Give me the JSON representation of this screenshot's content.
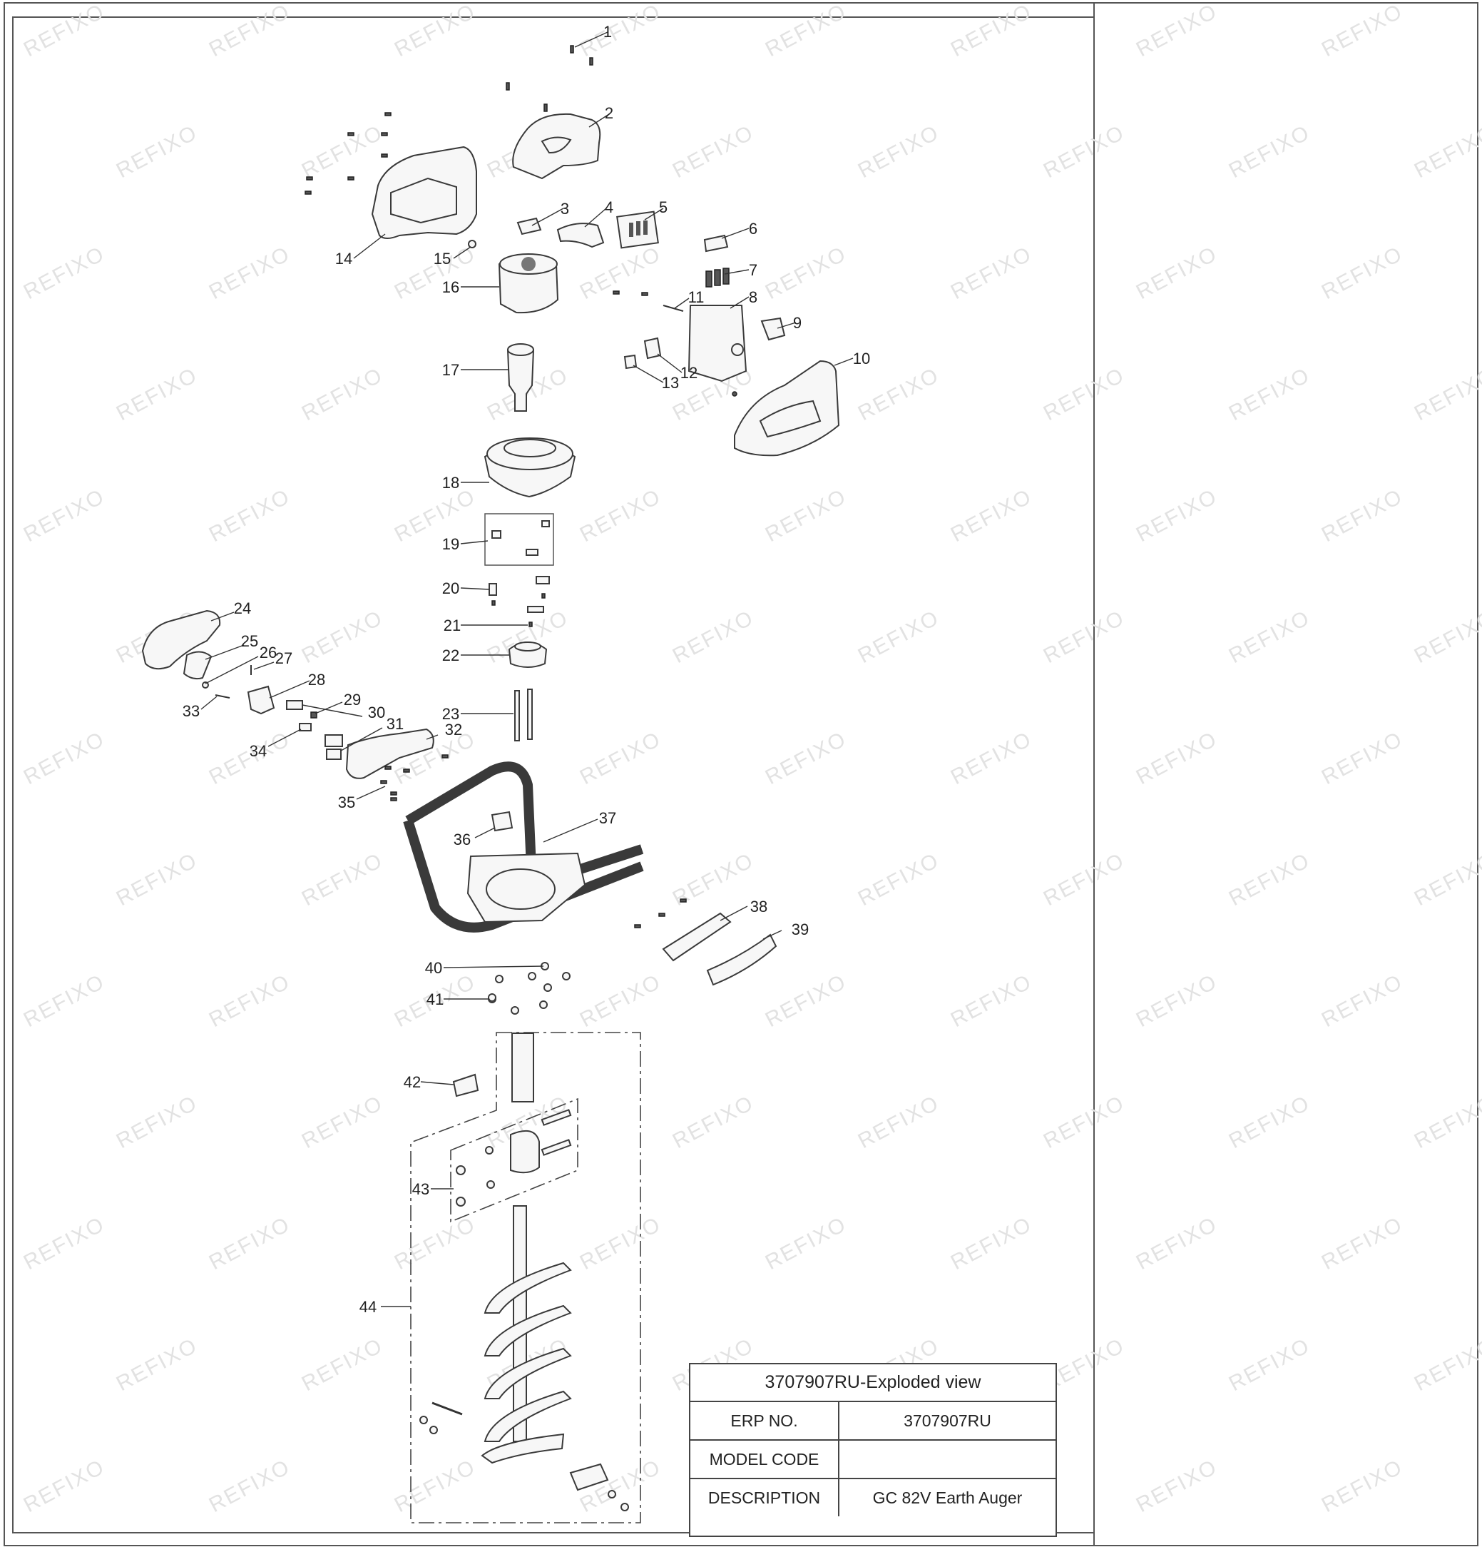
{
  "watermark": "REFIXO",
  "callouts": [
    "1",
    "2",
    "3",
    "4",
    "5",
    "6",
    "7",
    "8",
    "9",
    "10",
    "11",
    "12",
    "13",
    "14",
    "15",
    "16",
    "17",
    "18",
    "19",
    "20",
    "21",
    "22",
    "23",
    "24",
    "25",
    "26",
    "27",
    "28",
    "29",
    "30",
    "31",
    "32",
    "33",
    "34",
    "35",
    "36",
    "37",
    "38",
    "39",
    "40",
    "41",
    "42",
    "43",
    "44"
  ],
  "title_block": {
    "title": "3707907RU-Exploded view",
    "erp_label": "ERP NO.",
    "erp_value": "3707907RU",
    "model_label": "MODEL CODE",
    "model_value": "",
    "description_label": "DESCRIPTION",
    "description_value": "GC 82V Earth Auger"
  }
}
